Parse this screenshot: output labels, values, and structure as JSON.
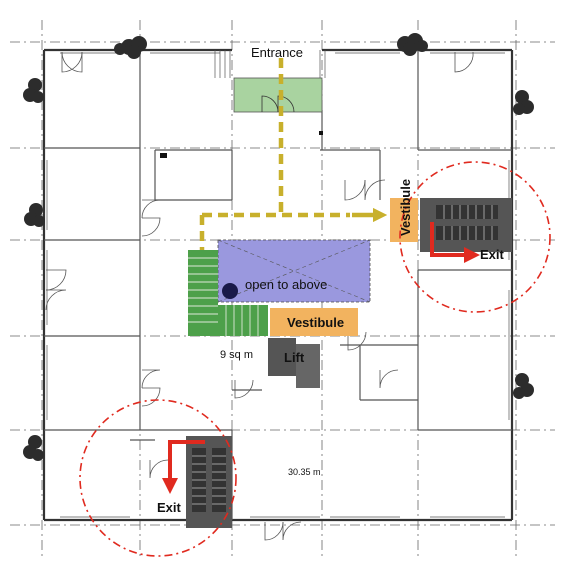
{
  "labels": {
    "entrance": "Entrance",
    "vestibule_top": "Vestibule",
    "exit_right": "Exit",
    "open_to_above": "open to above",
    "vestibule_mid": "Vestibule",
    "area_small": "9 sq m",
    "lift": "Lift",
    "area_large": "30.35 m",
    "exit_left": "Exit"
  },
  "colors": {
    "entrance_green": "#a9d3a0",
    "stair_green": "#4da04a",
    "stair_dark": "#555555",
    "void_blue": "#9a98de",
    "vestibule_orange": "#f2b35f",
    "exit_arrow_red": "#e02a1f",
    "circulation_yellow": "#c8b02c",
    "tree_dark": "#2c2c2c"
  },
  "icons": {
    "tree": "tree-icon",
    "exit_arrow": "arrow-icon",
    "circulation_arrow": "dashed-arrow-icon"
  }
}
